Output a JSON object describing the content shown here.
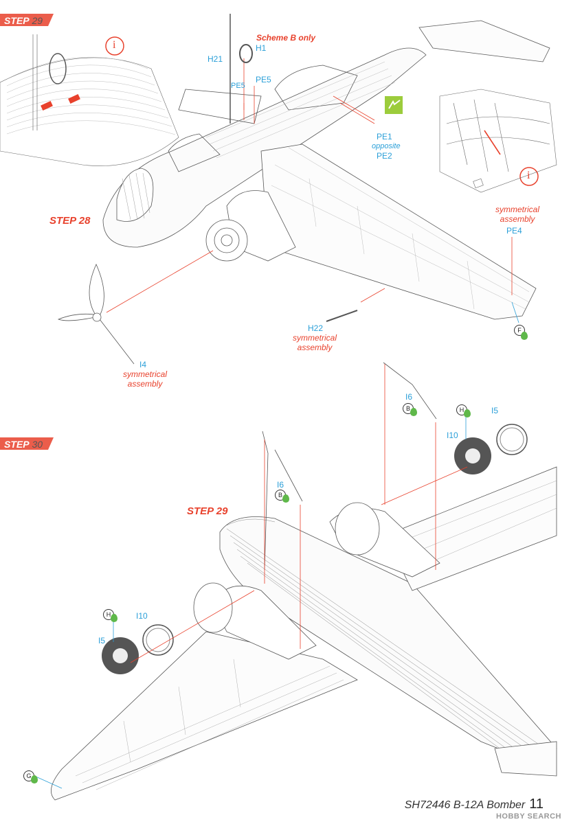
{
  "step29_tab": {
    "prefix": "STEP",
    "number": "29"
  },
  "step30_tab": {
    "prefix": "STEP",
    "number": "30"
  },
  "step28_label": "STEP 28",
  "step29_label": "STEP 29",
  "scheme_b_only": "Scheme B only",
  "parts": {
    "h21": "H21",
    "h1": "H1",
    "pe5a": "PE5",
    "pe5b": "PE5",
    "pe1": "PE1",
    "opposite": "opposite",
    "pe2": "PE2",
    "pe4": "PE4",
    "h22": "H22",
    "i4": "I4",
    "i6a": "I6",
    "i6b": "I6",
    "i5a": "I5",
    "i5b": "I5",
    "i10a": "I10",
    "i10b": "I10"
  },
  "symmetrical_assembly": "symmetrical assembly",
  "paint_codes": {
    "f": "F",
    "b1": "B",
    "b2": "B",
    "h1": "H",
    "h2": "H",
    "g": "G"
  },
  "info_icon": "i",
  "footer": {
    "code": "SH72446 B-12A Bomber",
    "page": "11"
  },
  "watermark": "HOBBY SEARCH",
  "colors": {
    "accent_red": "#e8412c",
    "part_blue": "#2a9fd8",
    "paint_green": "#5fb84a"
  }
}
